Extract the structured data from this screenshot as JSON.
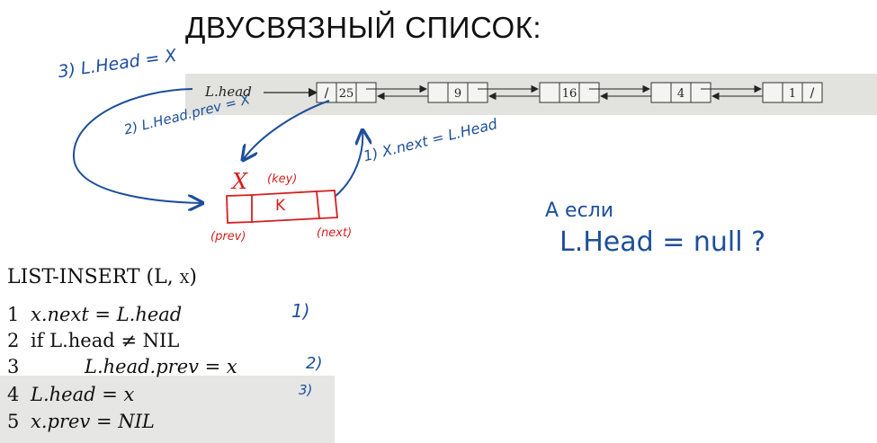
{
  "title": "ДВУСВЯЗНЫЙ СПИСОК:",
  "list": {
    "head_label": "L.head",
    "nodes": [
      "25",
      "9",
      "16",
      "4",
      "1"
    ],
    "nil_mark": "/"
  },
  "new_node": {
    "name": "X",
    "key_value": "K",
    "key_label": "(key)",
    "prev_label": "(prev)",
    "next_label": "(next)"
  },
  "annotations": {
    "step1": "1) X.next = L.Head",
    "step2": "2) L.Head.prev = X",
    "step3": "3) L.Head = X",
    "question_line1": "А если",
    "question_line2": "L.Head = null ?"
  },
  "pseudocode": {
    "header": "LIST-INSERT (L, x)",
    "lines": [
      {
        "num": "1",
        "text": "x.next = L.head",
        "note": "1)"
      },
      {
        "num": "2",
        "text": "if L.head ≠ NIL",
        "note": ""
      },
      {
        "num": "3",
        "text": "L.head.prev = x",
        "note": "2)"
      },
      {
        "num": "4",
        "text": "L.head = x",
        "note": "3)"
      },
      {
        "num": "5",
        "text": "x.prev = NIL",
        "note": ""
      }
    ]
  }
}
